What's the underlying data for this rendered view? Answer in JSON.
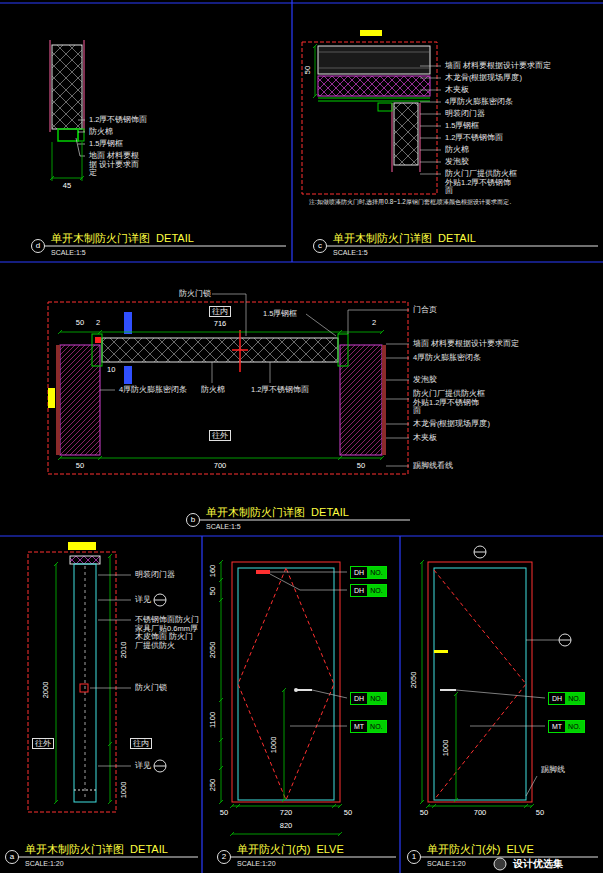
{
  "diagram": {
    "nodes": [
      {
        "text": [
          "d"
        ]
      },
      {
        "text": [
          "c"
        ]
      },
      {
        "text": [
          "b"
        ]
      },
      {
        "text": [
          "a"
        ]
      },
      {
        "text": [
          "2"
        ]
      },
      {
        "text": [
          "1"
        ]
      },
      {
        "text": [
          "DH",
          "NO."
        ]
      },
      {
        "text": [
          "DH",
          "NO."
        ]
      },
      {
        "text": [
          "DH",
          "NO."
        ]
      },
      {
        "text": [
          "MT",
          "NO."
        ]
      },
      {
        "text": [
          "DH",
          "NO."
        ]
      },
      {
        "text": [
          "MT",
          "NO."
        ]
      }
    ],
    "labels": [
      "1.2厚不锈钢饰面",
      "防火棉",
      "1.5厚钢框",
      "地面 材料要根据 设计要求而定",
      "45",
      "单开木制防火门详图  DETAIL",
      "SCALE:1:5",
      "墙面 材料要根据设计要求而定",
      "木龙骨(根据现场厚度)",
      "木夹板",
      "4厚防火膨胀密闭条",
      "明装闭门器",
      "1.5厚钢框",
      "1.2厚不锈钢饰面",
      "防火棉",
      "发泡胶",
      "防火门厂提供防火框 外贴1.2厚不锈钢饰面",
      "50",
      "注:如做喷漆防火门时,选择用0.8~1.2厚钢门套框,喷漆颜色根据设计要求而定.",
      "单开木制防火门详图  DETAIL",
      "SCALE:1:5",
      "防火门锁",
      "往内",
      "716",
      "1.5厚钢框",
      "2",
      "门合页",
      "墙面 材料要根据设计要求而定",
      "4厚防火膨胀密闭条",
      "发泡胶",
      "防火门厂提供防火框 外贴1.2厚不锈钢饰面",
      "木龙骨(根据现场厚度)",
      "木夹板",
      "踢脚线看线",
      "50",
      "2",
      "10",
      "4厚防火膨胀密闭条",
      "防火棉",
      "1.2厚不锈钢饰面",
      "往外",
      "50",
      "700",
      "50",
      "单开木制防火门详图  DETAIL",
      "SCALE:1:5",
      "明装闭门器",
      "详见",
      "不锈钢饰面防火门 家具厂贴0.6mm厚 木皮饰面 防火门厂提供防火",
      "防火门锁",
      "详见",
      "2000",
      "2010",
      "1000",
      "往外",
      "往内",
      "单开木制防火门详图  DETAIL",
      "SCALE:1:20",
      "160",
      "50",
      "2050",
      "1100",
      "1000",
      "250",
      "50",
      "720",
      "50",
      "820",
      "单开防火门(内)  ELVE",
      "SCALE:1:20",
      "2050",
      "1000",
      "踢脚线",
      "50",
      "700",
      "50",
      "单开防火门(外)  ELVE",
      "SCALE:1:20",
      "设计优选集"
    ]
  }
}
